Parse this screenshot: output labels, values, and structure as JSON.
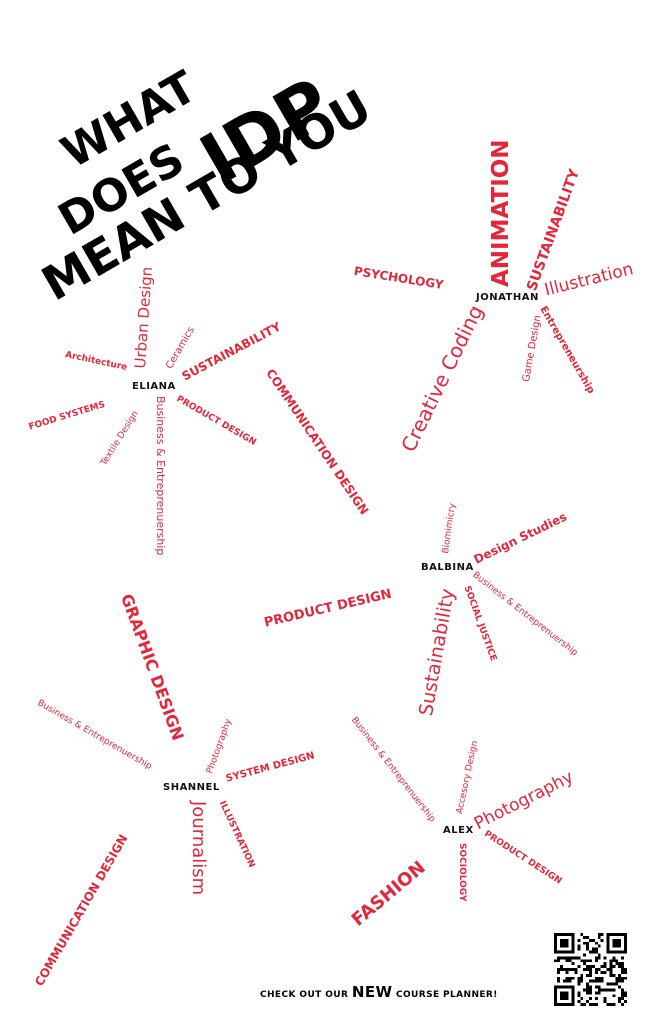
{
  "title": {
    "line1": "WHAT",
    "line2a": "DOES",
    "line2b": "IDP",
    "line3": "MEAN TO YOU"
  },
  "clusters": {
    "jonathan": {
      "name": "JONATHAN",
      "words": [
        "ANIMATION",
        "SUSTAINABILITY",
        "Illustration",
        "PSYCHOLOGY",
        "Creative Coding",
        "Game Design",
        "Entrepreneurship"
      ]
    },
    "eliana": {
      "name": "ELIANA",
      "words": [
        "Urban Design",
        "Ceramics",
        "SUSTAINABILITY",
        "Architecture",
        "FOOD SYSTEMS",
        "Textile Design",
        "Business & Entreprenuership",
        "PRODUCT DESIGN"
      ]
    },
    "balbina": {
      "name": "BALBINA",
      "words": [
        "COMMUNICATION DESIGN",
        "Biomimicry",
        "Design Studies",
        "PRODUCT DESIGN",
        "Sustainability",
        "SOCIAL JUSTICE",
        "Business & Entreprenuership"
      ]
    },
    "shannel": {
      "name": "SHANNEL",
      "words": [
        "GRAPHIC DESIGN",
        "Photography",
        "SYSTEM DESIGN",
        "Business & Entreprenuership",
        "COMMUNICATION DESIGN",
        "Journalism",
        "ILLUSTRATION"
      ]
    },
    "alex": {
      "name": "ALEX",
      "words": [
        "Business & Entreprenuership",
        "Accesory Design",
        "Photography",
        "FASHION",
        "SOCIOLOGY",
        "PRODUCT DESIGN"
      ]
    }
  },
  "footer": {
    "pre": "CHECK OUT OUR",
    "new": "NEW",
    "post": "COURSE PLANNER!"
  },
  "colors": {
    "accent": "#e5263a",
    "ink": "#000000",
    "background": "#ffffff"
  },
  "icons": {
    "qr": "qr-code-icon"
  }
}
